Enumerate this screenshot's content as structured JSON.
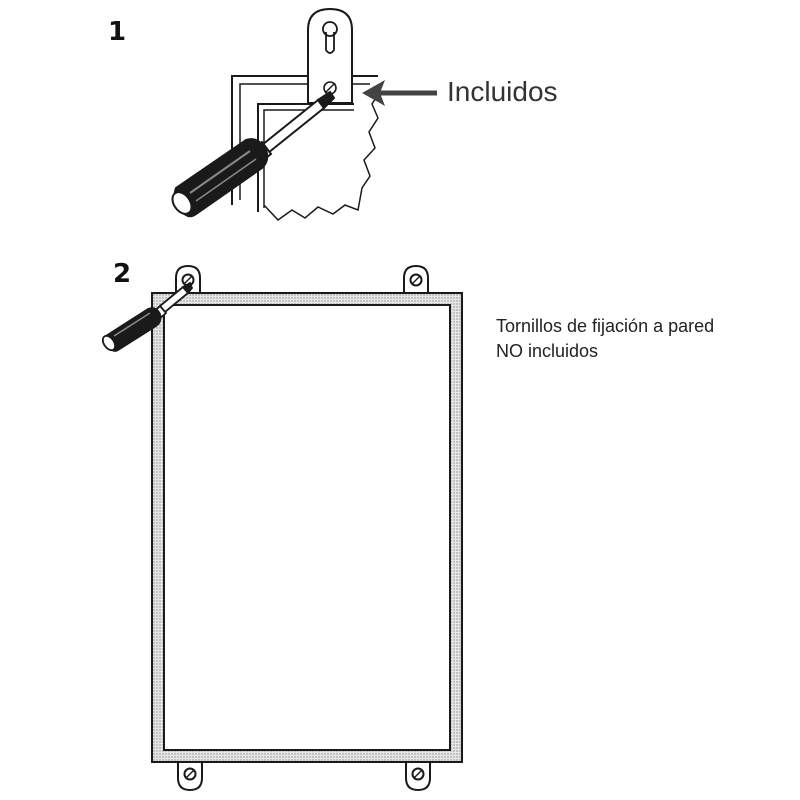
{
  "steps": {
    "step1": {
      "number": "1",
      "callout": "Incluidos"
    },
    "step2": {
      "number": "2",
      "note_line1": "Tornillos de fijación a pared",
      "note_line2": "NO incluidos"
    }
  },
  "colors": {
    "line": "#1a1a1a",
    "frame_fill": "#bdbdbd",
    "arrow": "#444444"
  }
}
